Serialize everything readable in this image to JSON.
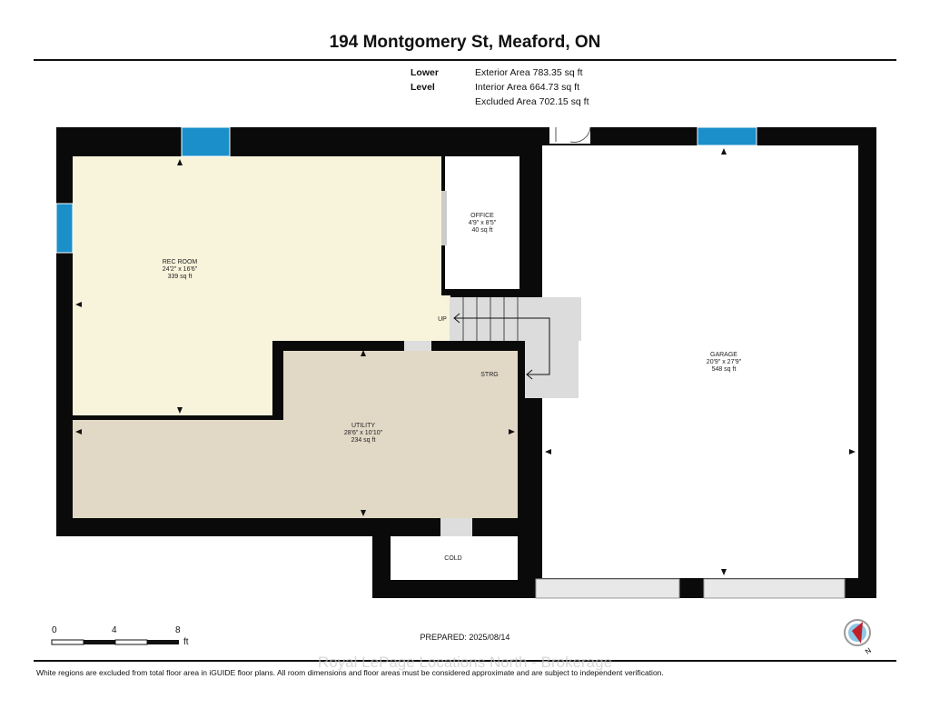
{
  "title": "194 Montgomery St, Meaford, ON",
  "level": "Lower Level",
  "areas": [
    "Exterior Area 783.35 sq ft",
    "Interior Area 664.73 sq ft",
    "Excluded Area 702.15 sq ft"
  ],
  "rooms": {
    "rec_room": {
      "name": "REC ROOM",
      "dims": "24'2\" x 16'6\"",
      "area": "339 sq ft"
    },
    "office": {
      "name": "OFFICE",
      "dims": "4'9\" x 8'5\"",
      "area": "40 sq ft"
    },
    "utility": {
      "name": "UTILITY",
      "dims": "28'6\" x 10'10\"",
      "area": "234 sq ft"
    },
    "garage": {
      "name": "GARAGE",
      "dims": "20'9\" x 27'9\"",
      "area": "548 sq ft"
    },
    "strg": {
      "name": "STRG"
    },
    "cold": {
      "name": "COLD"
    },
    "stairs": {
      "label": "UP"
    }
  },
  "scale": {
    "ticks": [
      "0",
      "4",
      "8"
    ],
    "unit": "ft"
  },
  "prepared": "PREPARED: 2025/08/14",
  "compass": {
    "label": "N"
  },
  "watermark": "Royal LePage Locations North - Brokerage",
  "disclaimer": "White regions are excluded from total floor area in iGUIDE floor plans. All room dimensions and floor areas must be considered approximate and are subject to independent verification.",
  "colors": {
    "wall": "#0a0a0a",
    "rec": "#f8f4dc",
    "utility": "#e2d8c6",
    "stairs": "#dcdcdc",
    "window": "#1a8fc9"
  }
}
